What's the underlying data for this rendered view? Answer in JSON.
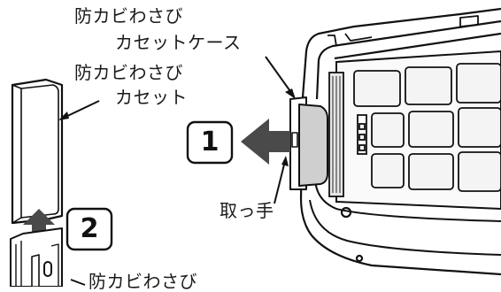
{
  "labels": {
    "case_line1": "防カビわさび",
    "case_line2": "カセットケース",
    "cassette_line1": "防カビわさび",
    "cassette_line2": "カセット",
    "handle": "取っ手",
    "bottom_partial": "防カビわさび"
  },
  "steps": [
    "1",
    "2"
  ],
  "colors": {
    "line": "#111111",
    "arrow": "#4a4a4a",
    "cassette_fill": "#cfcfcf",
    "grid_bg": "#f4f4f4"
  }
}
